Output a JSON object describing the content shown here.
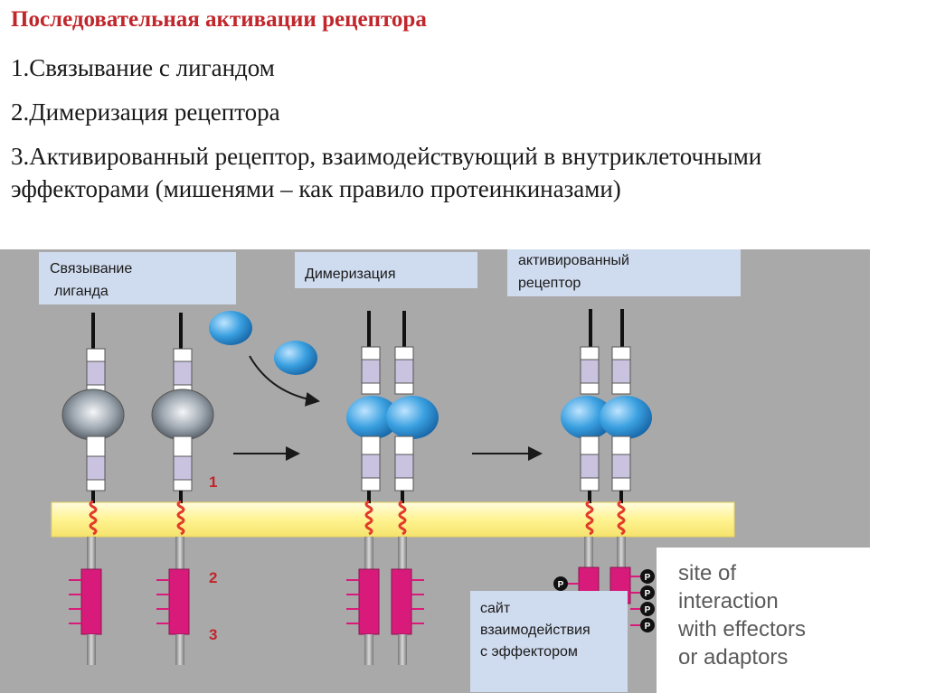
{
  "title": "Последовательная активации рецептора",
  "points": [
    "1.Связывание с лигандом",
    "2.Димеризация рецептора",
    "3.Активированный рецептор, взаимодействующий в внутриклеточными эффекторами (мишенями – как правило протеинкиназами)"
  ],
  "figure": {
    "panel_labels": {
      "ligand_binding": [
        "Связывание",
        "лиганда"
      ],
      "dimerization": "Димеризация",
      "activated": [
        "активированный",
        "рецептор"
      ]
    },
    "numbers": [
      "1",
      "2",
      "3"
    ],
    "phospho_label": "P",
    "site_label": [
      "сайт",
      "взаимодействия",
      "с эффектором"
    ],
    "english_annotation": [
      "site of",
      "interaction",
      "with effectors",
      "or adaptors"
    ]
  },
  "colors": {
    "title": "#c0262b",
    "background_panel": "#a9a9a9",
    "membrane": "#fff8a0",
    "ligand": "#3aa0e0",
    "kinase_domain": "#d81b7a",
    "helix": "#e23a2a",
    "label_box": "#cfdbee"
  }
}
